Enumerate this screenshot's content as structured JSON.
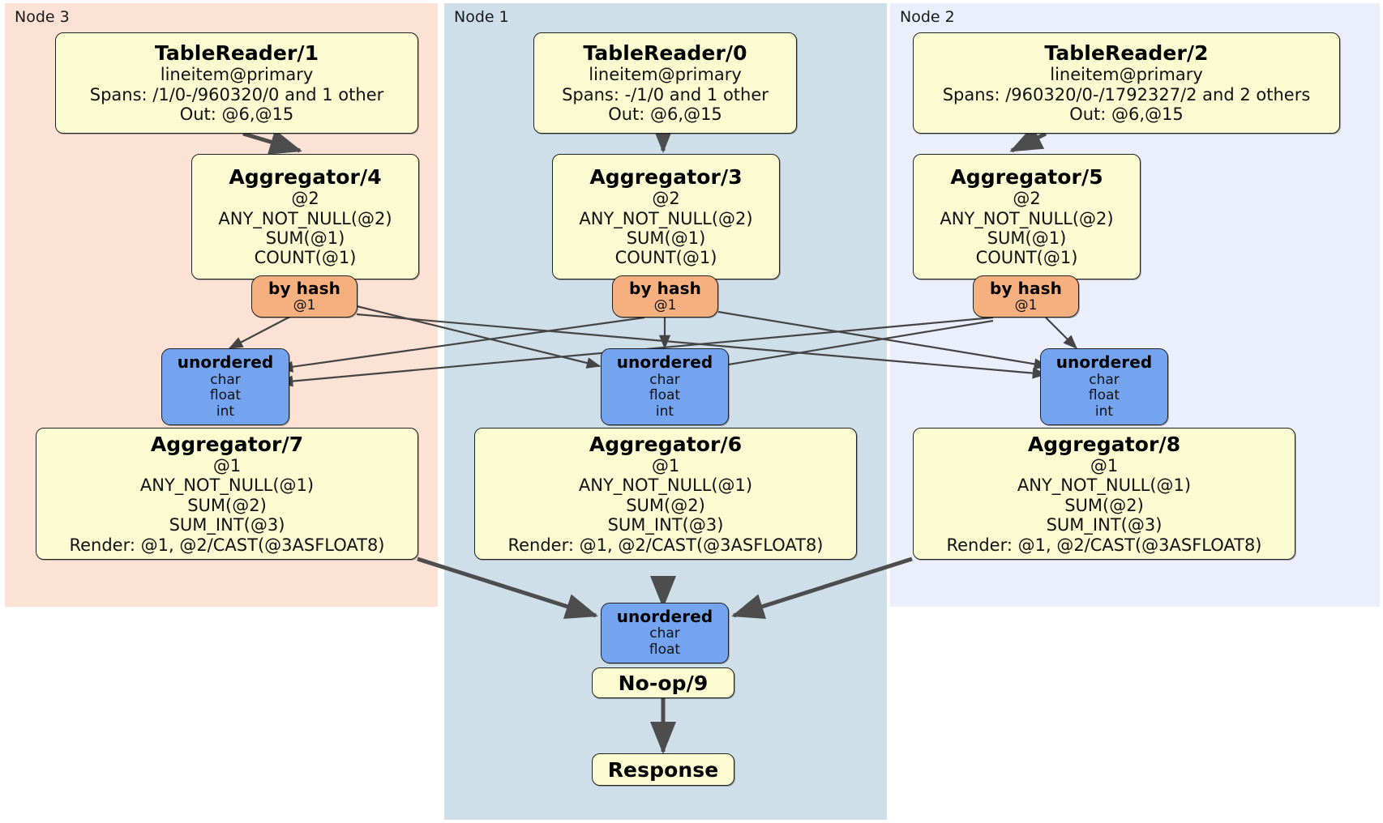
{
  "diagram": {
    "title": "Distributed SQL physical plan",
    "colors": {
      "node3_panel": "#fbe2d5",
      "node1_panel": "#cfdfea",
      "node2_panel": "#eaeffb",
      "processor_fill": "#fbfbd2",
      "router_fill": "#f6b080",
      "synchronizer_fill": "#74a4ef",
      "edge_stroke": "#4d4d4d",
      "thin_edge_stroke": "#444444",
      "box_border": "#222222"
    },
    "panels": [
      {
        "id": "node3",
        "label": "Node 3"
      },
      {
        "id": "node1",
        "label": "Node 1"
      },
      {
        "id": "node2",
        "label": "Node 2"
      }
    ],
    "nodes": {
      "tablereader1": {
        "title": "TableReader/1",
        "lines": [
          "lineitem@primary",
          "Spans: /1/0-/960320/0 and 1 other",
          "Out: @6,@15"
        ]
      },
      "tablereader0": {
        "title": "TableReader/0",
        "lines": [
          "lineitem@primary",
          "Spans: -/1/0 and 1 other",
          "Out: @6,@15"
        ]
      },
      "tablereader2": {
        "title": "TableReader/2",
        "lines": [
          "lineitem@primary",
          "Spans: /960320/0-/1792327/2 and 2 others",
          "Out: @6,@15"
        ]
      },
      "aggregator4": {
        "title": "Aggregator/4",
        "lines": [
          "@2",
          "ANY_NOT_NULL(@2)",
          "SUM(@1)",
          "COUNT(@1)"
        ]
      },
      "aggregator3": {
        "title": "Aggregator/3",
        "lines": [
          "@2",
          "ANY_NOT_NULL(@2)",
          "SUM(@1)",
          "COUNT(@1)"
        ]
      },
      "aggregator5": {
        "title": "Aggregator/5",
        "lines": [
          "@2",
          "ANY_NOT_NULL(@2)",
          "SUM(@1)",
          "COUNT(@1)"
        ]
      },
      "byhash_left": {
        "title": "by hash",
        "lines": [
          "@1"
        ]
      },
      "byhash_middle": {
        "title": "by hash",
        "lines": [
          "@1"
        ]
      },
      "byhash_right": {
        "title": "by hash",
        "lines": [
          "@1"
        ]
      },
      "unordered_left": {
        "title": "unordered",
        "lines": [
          "char",
          "float",
          "int"
        ]
      },
      "unordered_middle": {
        "title": "unordered",
        "lines": [
          "char",
          "float",
          "int"
        ]
      },
      "unordered_right": {
        "title": "unordered",
        "lines": [
          "char",
          "float",
          "int"
        ]
      },
      "aggregator7": {
        "title": "Aggregator/7",
        "lines": [
          "@1",
          "ANY_NOT_NULL(@1)",
          "SUM(@2)",
          "SUM_INT(@3)",
          "Render: @1, @2/CAST(@3ASFLOAT8)"
        ]
      },
      "aggregator6": {
        "title": "Aggregator/6",
        "lines": [
          "@1",
          "ANY_NOT_NULL(@1)",
          "SUM(@2)",
          "SUM_INT(@3)",
          "Render: @1, @2/CAST(@3ASFLOAT8)"
        ]
      },
      "aggregator8": {
        "title": "Aggregator/8",
        "lines": [
          "@1",
          "ANY_NOT_NULL(@1)",
          "SUM(@2)",
          "SUM_INT(@3)",
          "Render: @1, @2/CAST(@3ASFLOAT8)"
        ]
      },
      "unordered_final": {
        "title": "unordered",
        "lines": [
          "char",
          "float"
        ]
      },
      "noop9": {
        "title": "No-op/9",
        "lines": []
      },
      "response": {
        "title": "Response",
        "lines": []
      }
    }
  }
}
